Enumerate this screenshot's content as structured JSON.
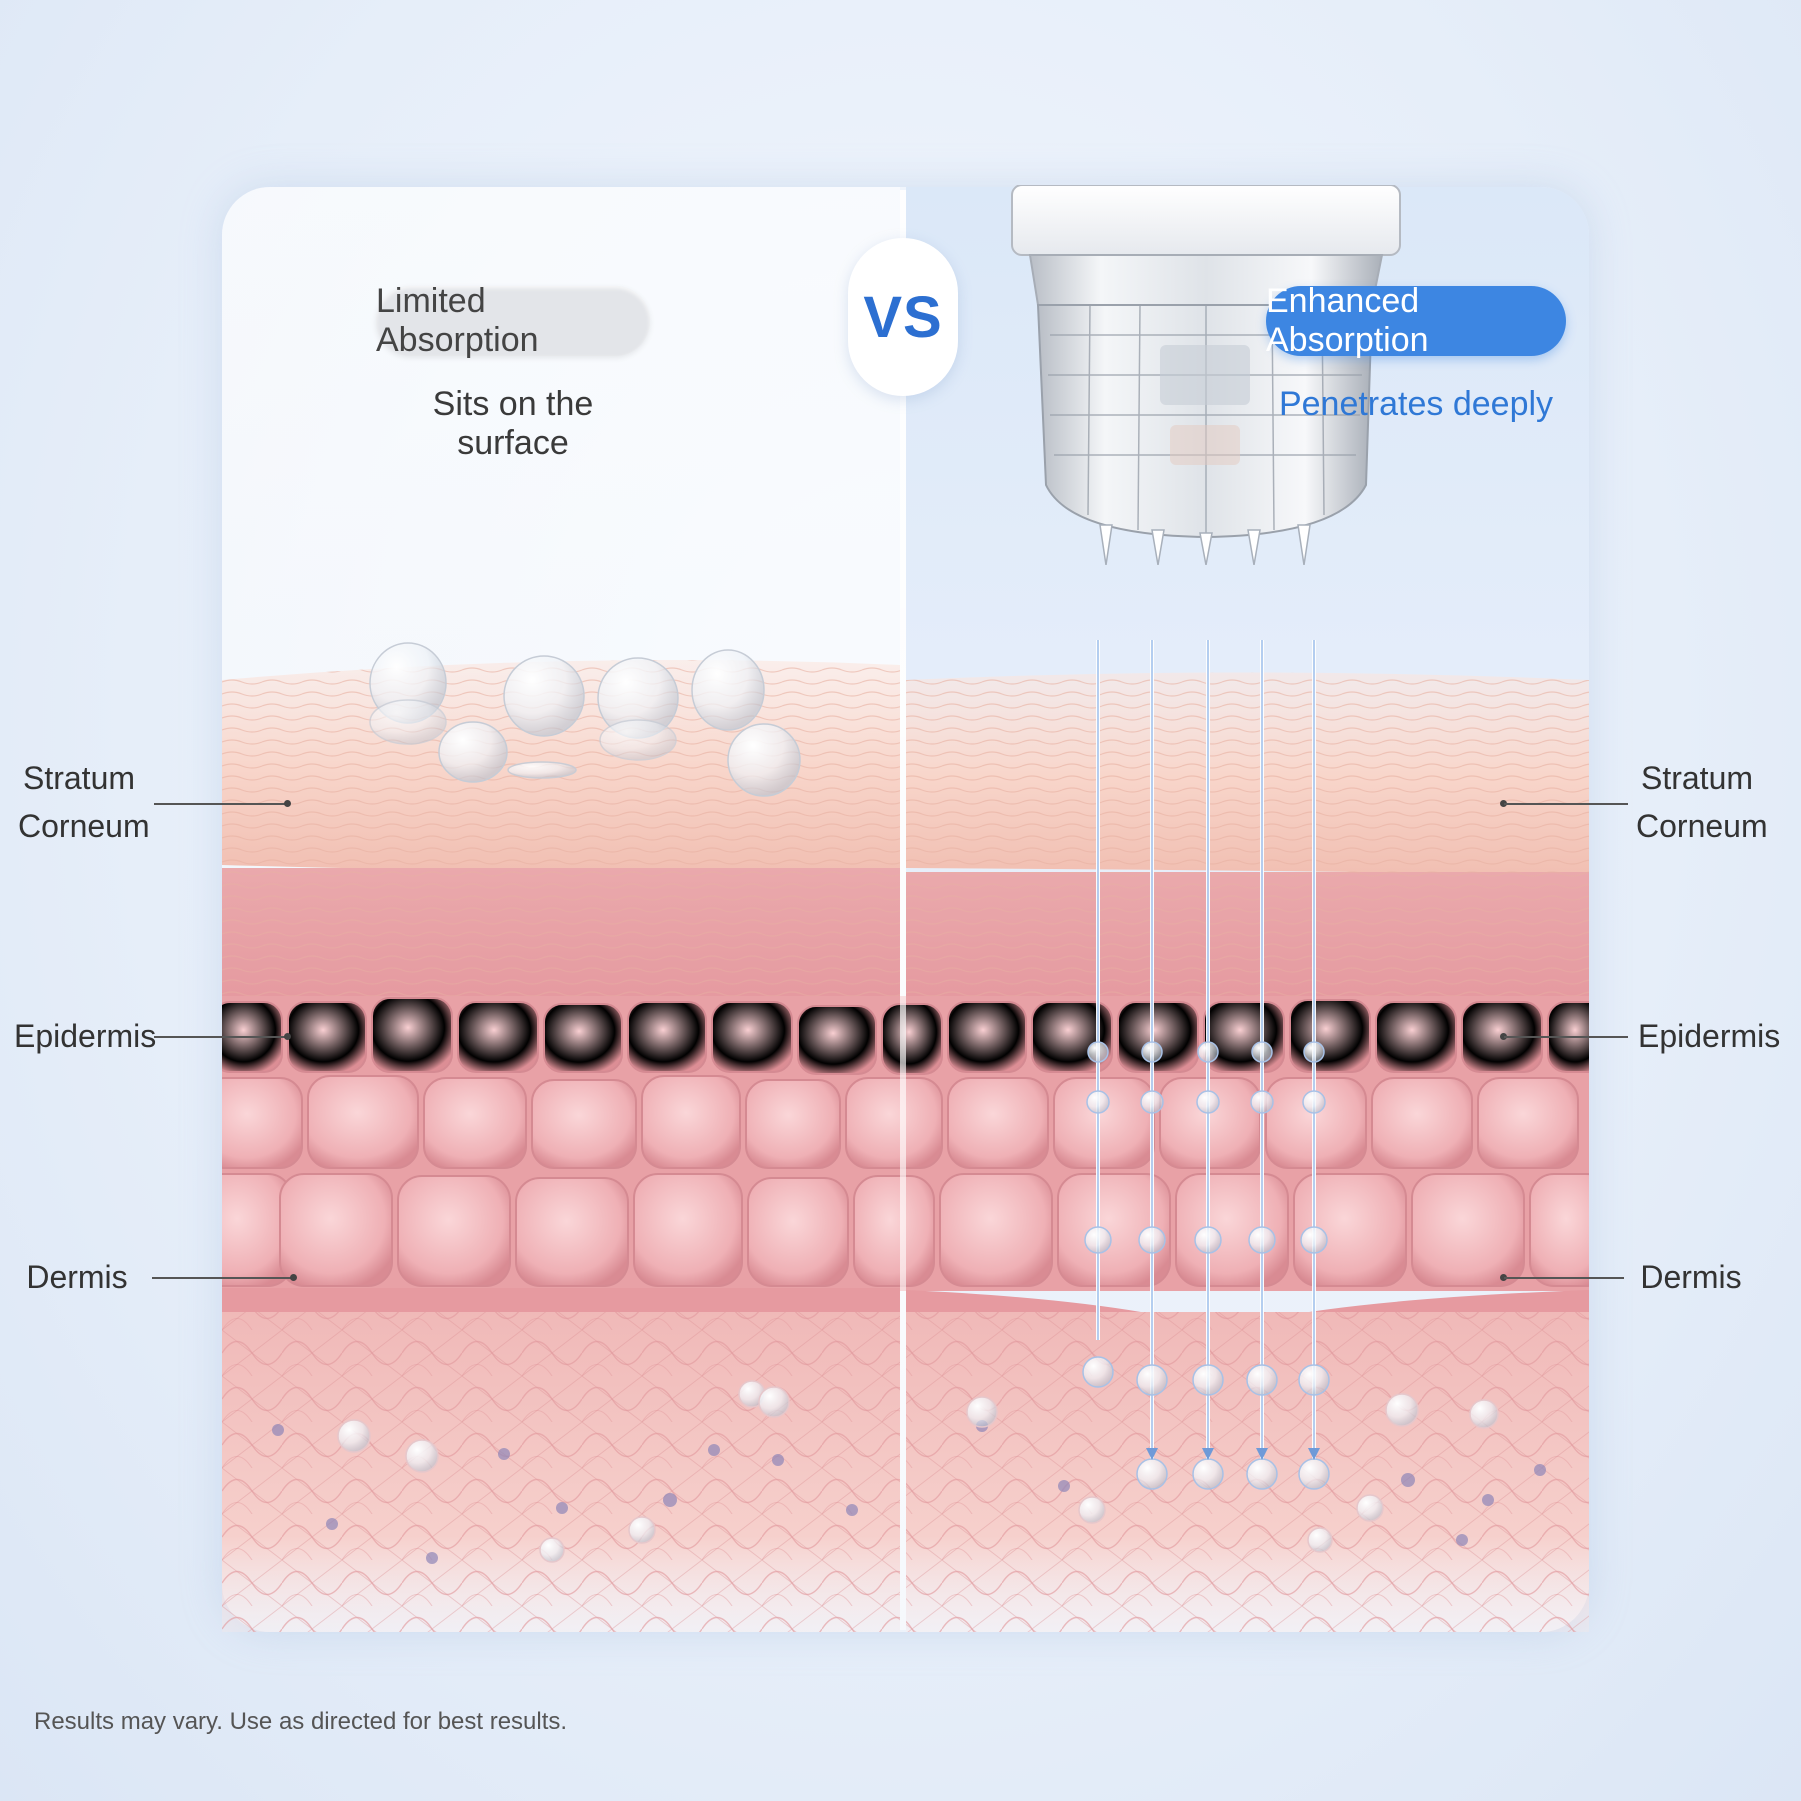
{
  "left_panel": {
    "badge": "Limited Absorption",
    "caption": "Sits on the surface"
  },
  "right_panel": {
    "badge": "Enhanced Absorption",
    "caption": "Penetrates deeply"
  },
  "vs_label": "VS",
  "layer_labels": {
    "stratum_corneum": "Stratum\nCorneum",
    "epidermis": "Epidermis",
    "dermis": "Dermis"
  },
  "disclaimer": "Results may vary. Use as directed for best results.",
  "colors": {
    "accent_blue": "#3d86e2",
    "skin_surface": "#f6d2c8",
    "skin_cells": "#eca1a8",
    "dermis": "#f2bcbc"
  }
}
